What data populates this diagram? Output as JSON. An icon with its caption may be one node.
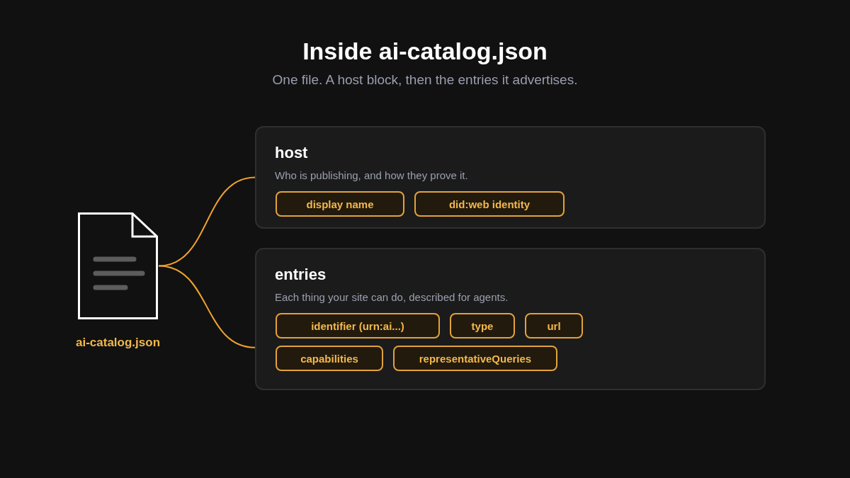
{
  "diagram": {
    "title": "Inside ai-catalog.json",
    "nodes": [
      {
        "text": [],
        "shape": "picture",
        "beside": [
          "ai-catalog.json"
        ]
      },
      {
        "text": [
          "host",
          "Who is publishing, and how they prove it."
        ]
      },
      {
        "text": [
          "display name"
        ],
        "in": 1
      },
      {
        "text": [
          "did:web identity"
        ],
        "in": 1
      },
      {
        "text": [
          "entries",
          "Each thing your site can do, described for agents."
        ]
      },
      {
        "text": [
          "identifier (urn:ai...)"
        ],
        "in": 4
      },
      {
        "text": [
          "type"
        ],
        "in": 4
      },
      {
        "text": [
          "url"
        ],
        "in": 4
      },
      {
        "text": [
          "capabilities"
        ],
        "in": 4
      },
      {
        "text": [
          "representativeQueries"
        ],
        "in": 4
      }
    ],
    "edges": [
      {
        "from": 0,
        "to": 1,
        "arrow": "none"
      },
      {
        "from": 0,
        "to": 4,
        "arrow": "none"
      }
    ],
    "labels": [
      "One file. A host block, then the entries it advertises."
    ]
  }
}
